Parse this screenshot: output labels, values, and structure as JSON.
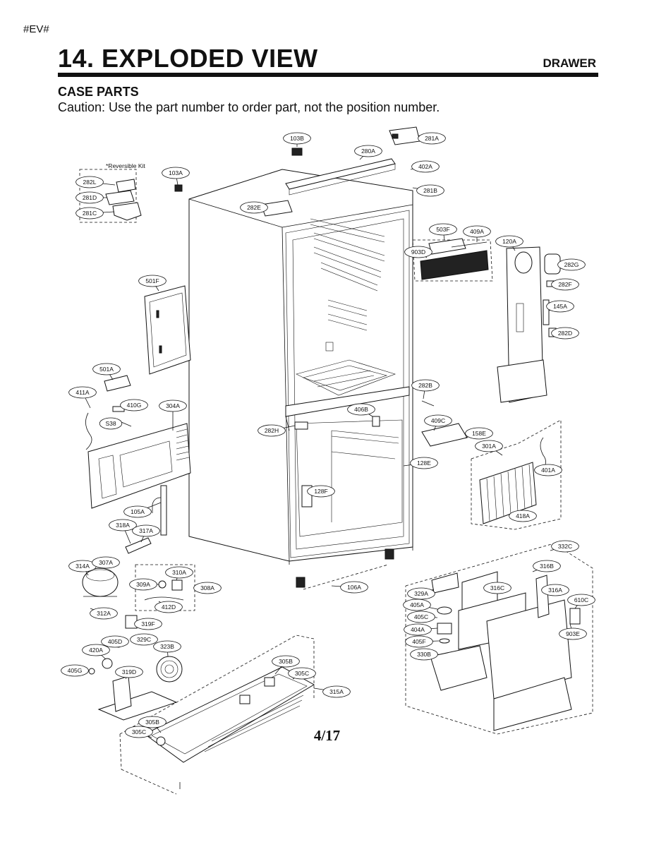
{
  "header": {
    "tag": "#EV#",
    "title": "14. EXPLODED VIEW",
    "section": "DRAWER",
    "subtitle": "CASE PARTS",
    "caution": "Caution: Use the part number to order part, not the position number."
  },
  "kit_label": "*Reversible Kit",
  "page_number": "4/17",
  "parts": [
    "103B",
    "281A",
    "280A",
    "402A",
    "103A",
    "282L",
    "281D",
    "281C",
    "281B",
    "282E",
    "503F",
    "409A",
    "903D",
    "120A",
    "282G",
    "282F",
    "145A",
    "282D",
    "501F",
    "501A",
    "411A",
    "410G",
    "304A",
    "S38",
    "282B",
    "406B",
    "409C",
    "158E",
    "282H",
    "301A",
    "128E",
    "401A",
    "128F",
    "418A",
    "105A",
    "318A",
    "317A",
    "332C",
    "314A",
    "307A",
    "310A",
    "309A",
    "308A",
    "412D",
    "316B",
    "106A",
    "329A",
    "316C",
    "316A",
    "610C",
    "405A",
    "405C",
    "312A",
    "319F",
    "404A",
    "405D",
    "329C",
    "323B",
    "903E",
    "405F",
    "420A",
    "330B",
    "405G",
    "319D",
    "305B",
    "305C",
    "315A",
    "305B",
    "305C"
  ]
}
